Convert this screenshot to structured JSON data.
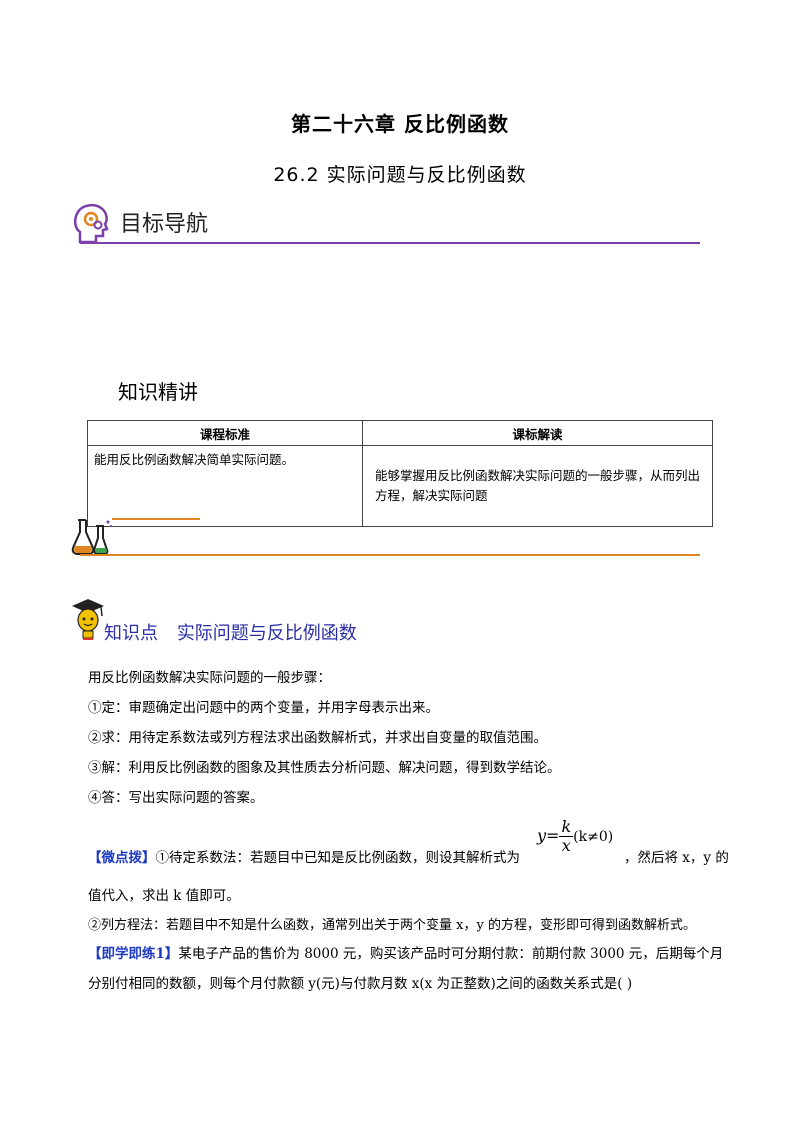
{
  "header": {
    "chapter": "第二十六章  反比例函数",
    "section": "26.2  实际问题与反比例函数"
  },
  "goal": {
    "title": "目标导航"
  },
  "knowledge": {
    "title": "知识精讲",
    "table": {
      "headers": [
        "课程标准",
        "课标解读"
      ],
      "cells": [
        "能用反比例函数解决简单实际问题。",
        "能够掌握用反比例函数解决实际问题的一般步骤，从而列出方程，解决实际问题"
      ]
    }
  },
  "point": {
    "label": "知识点",
    "name": "实际问题与反比例函数",
    "intro": "用反比例函数解决实际问题的一般步骤：",
    "steps": [
      "①定：审题确定出问题中的两个变量，并用字母表示出来。",
      "②求：用待定系数法或列方程法求出函数解析式，并求出自变量的取值范围。",
      "③解：利用反比例函数的图象及其性质去分析问题、解决问题，得到数学结论。",
      "④答：写出实际问题的答案。"
    ]
  },
  "tip": {
    "tag": "【微点拨】",
    "line1": "①待定系数法：若题目中已知是反比例函数，则设其解析式为",
    "formula_lhs": "y=",
    "formula_num": "k",
    "formula_den": "x",
    "formula_cond": "(k≠0)",
    "line1_end": "，然后将 x，y 的",
    "line2": "值代入，求出 k 值即可。",
    "line3": "②列方程法：若题目中不知是什么函数，通常列出关于两个变量 x，y 的方程，变形即可得到函数解析式。"
  },
  "exercise": {
    "tag": "【即学即练1】",
    "line1": "某电子产品的售价为 8000 元，购买该产品时可分期付款：前期付款 3000 元，后期每个月",
    "line2": "分别付相同的数额，则每个月付款额 y(元)与付款月数 x(x 为正整数)之间的函数关系式是(        )"
  },
  "colors": {
    "purple": "#7b3fa8",
    "orange": "#e0851f",
    "blue": "#1f3ac4",
    "title_blue": "#2a2ea8"
  }
}
